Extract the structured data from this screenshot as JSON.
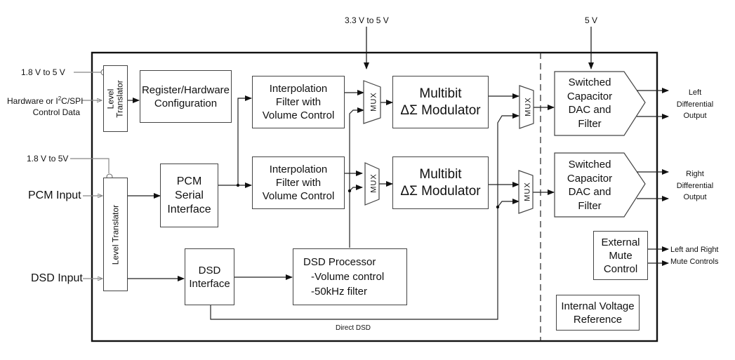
{
  "supplies": {
    "top_left_supply": "1.8 V to 5 V",
    "mid_left_supply": "1.8 V to 5V",
    "modulator_supply": "3.3 V to 5 V",
    "dac_supply": "5 V"
  },
  "inputs": {
    "control_data_line1": "Hardware or I",
    "control_data_sup": "2",
    "control_data_line1_end": "C/SPI",
    "control_data_line2": "Control Data",
    "pcm_input": "PCM Input",
    "dsd_input": "DSD Input"
  },
  "blocks": {
    "level_translator_top": [
      "Level",
      "Translator"
    ],
    "level_translator_bottom": "Level Translator",
    "register_config": [
      "Register/Hardware",
      "Configuration"
    ],
    "pcm_serial": [
      "PCM",
      "Serial",
      "Interface"
    ],
    "interp_filter_top": [
      "Interpolation",
      "Filter with",
      "Volume Control"
    ],
    "interp_filter_bottom": [
      "Interpolation",
      "Filter with",
      "Volume Control"
    ],
    "mux_label": "MUX",
    "modulator_top": [
      "Multibit",
      "ΔΣ Modulator"
    ],
    "modulator_bottom": [
      "Multibit",
      "ΔΣ Modulator"
    ],
    "dsd_interface": [
      "DSD",
      "Interface"
    ],
    "dsd_processor": [
      "DSD Processor",
      "-Volume control",
      "-50kHz filter"
    ],
    "dac_top": [
      "Switched",
      "Capacitor",
      "DAC and",
      "Filter"
    ],
    "dac_bottom": [
      "Switched",
      "Capacitor",
      "DAC and",
      "Filter"
    ],
    "external_mute": [
      "External",
      "Mute",
      "Control"
    ],
    "internal_vref": [
      "Internal Voltage",
      "Reference"
    ]
  },
  "outputs": {
    "left": [
      "Left",
      "Differential",
      "Output"
    ],
    "right": [
      "Right",
      "Differential",
      "Output"
    ],
    "mute": [
      "Left and Right",
      "Mute Controls"
    ]
  },
  "paths": {
    "direct_dsd": "Direct DSD"
  }
}
